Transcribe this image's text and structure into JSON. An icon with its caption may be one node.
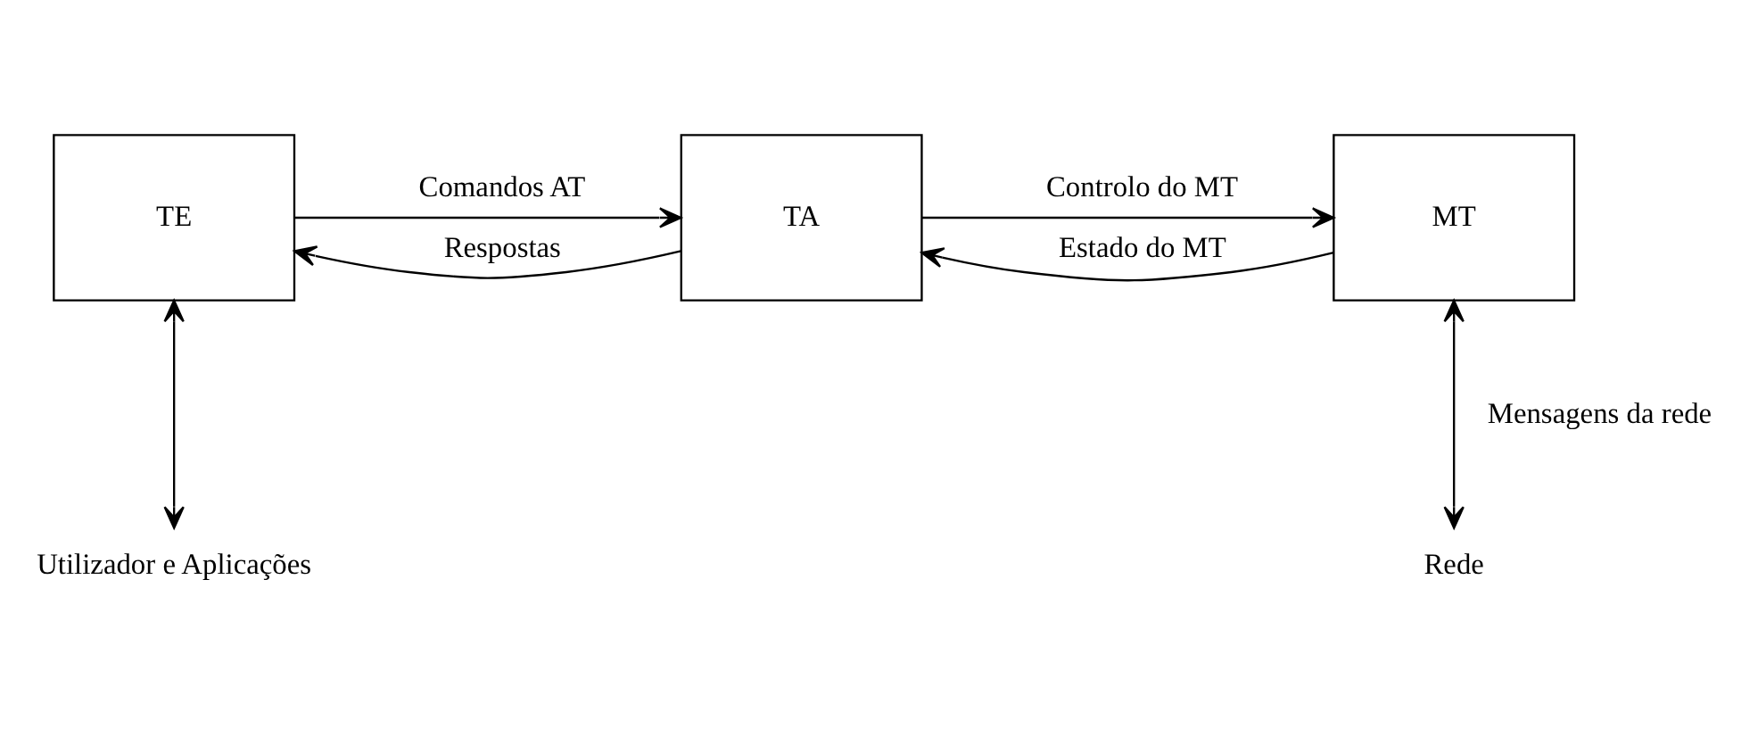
{
  "diagram": {
    "nodes": [
      {
        "text": [
          "TE"
        ]
      },
      {
        "text": [
          "TA"
        ]
      },
      {
        "text": [
          "MT"
        ]
      },
      {
        "text": [
          "Utilizador e Aplicações"
        ]
      },
      {
        "text": [
          "Rede"
        ]
      }
    ],
    "edges": [
      {
        "from": 1,
        "to": 0,
        "arrow": "to",
        "label": "Respostas"
      },
      {
        "from": 0,
        "to": 1,
        "arrow": "to",
        "label": "Comandos AT"
      },
      {
        "from": 2,
        "to": 1,
        "arrow": "to",
        "label": "Estado do MT"
      },
      {
        "from": 1,
        "to": 2,
        "arrow": "to",
        "label": "Controlo do MT"
      },
      {
        "from": 0,
        "to": 3,
        "arrow": "both"
      },
      {
        "from": 2,
        "to": 4,
        "arrow": "both",
        "label": "Mensagens da rede"
      }
    ]
  }
}
